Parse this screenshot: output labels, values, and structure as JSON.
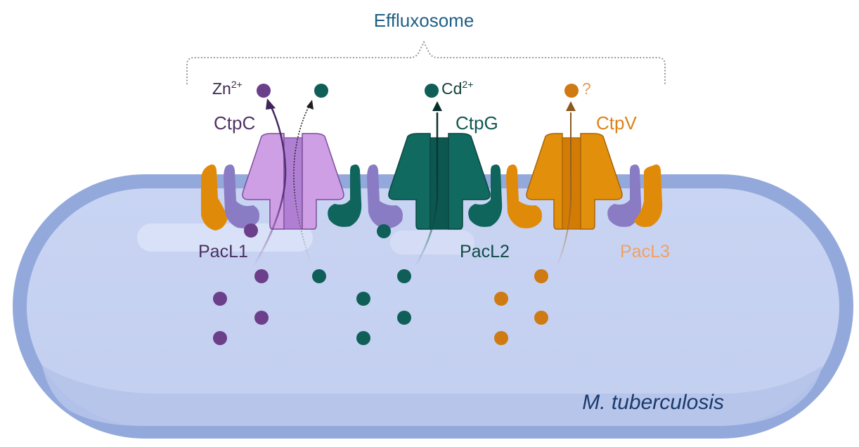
{
  "title": "Effluxosome",
  "organism": "M. tuberculosis",
  "colors": {
    "title": "#1f5f86",
    "organism_text": "#1b3a6b",
    "cell_outer": "#93a9dc",
    "cell_inner": "#c5d1f1",
    "cell_lower": "#b7c4eb",
    "bracket": "#9a9a9a",
    "zn": "#6b3f8a",
    "cd": "#0f5f58",
    "unknown": "#cf7a12",
    "ctpc_body": "#cf9fe6",
    "ctpc_channel": "#b07fd4",
    "ctpc_stroke": "#7a4e99",
    "ctpg_body": "#106a60",
    "ctpg_channel": "#0c5850",
    "ctpg_stroke": "#094640",
    "ctpv_body": "#e2900c",
    "ctpv_channel": "#d27c05",
    "ctpv_stroke": "#a96306",
    "pacl_orange": "#e08a0a",
    "pacl_purple": "#8a7cc4",
    "pacl_teal": "#0f655c",
    "label_pacl1": "#4a2f63",
    "label_pacl2": "#0f4b46",
    "label_pacl3": "#f2a062",
    "label_ctpc": "#4e3266",
    "label_ctpg": "#0f5752",
    "label_ctpv": "#dc8218"
  },
  "ions": [
    {
      "name": "zinc",
      "base": "Zn",
      "charge": "2+"
    },
    {
      "name": "cadmium",
      "base": "Cd",
      "charge": "2+"
    },
    {
      "name": "unknown",
      "base": "?",
      "charge": ""
    }
  ],
  "transporters": [
    {
      "id": "ctpc",
      "label": "CtpC"
    },
    {
      "id": "ctpg",
      "label": "CtpG"
    },
    {
      "id": "ctpv",
      "label": "CtpV"
    }
  ],
  "chaperones": [
    {
      "id": "pacl1",
      "label": "PacL1"
    },
    {
      "id": "pacl2",
      "label": "PacL2"
    },
    {
      "id": "pacl3",
      "label": "PacL3"
    }
  ]
}
